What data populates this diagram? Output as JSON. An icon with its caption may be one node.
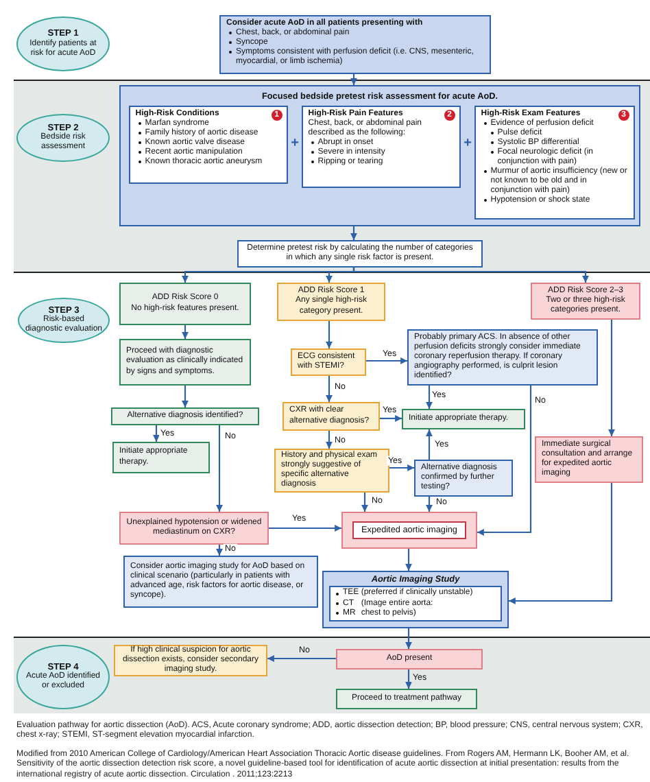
{
  "diagram": {
    "caption": "Evaluation pathway for aortic dissection (AoD). ACS, Acute coronary syndrome; ADD, aortic dissection detection; BP, blood pressure; CNS, central nervous system; CXR, chest x-ray; STEMI, ST-segment elevation myocardial infarction.",
    "nodes": [
      {
        "text": [
          "STEP 1",
          "Identify patients at risk for acute AoD"
        ]
      },
      {
        "text": [
          "Consider acute AoD in all patients presenting with",
          "Chest, back, or abdominal pain",
          "Syncope",
          "Symptoms consistent with perfusion deficit (i.e. CNS, mesenteric, myocardial, or limb ischemia)"
        ]
      },
      {
        "text": [
          "STEP 2",
          "Bedside risk assessment"
        ]
      },
      {
        "text": [
          "Focused bedside pretest risk assessment for acute AoD."
        ]
      },
      {
        "text": [
          "High-Risk Conditions",
          "1",
          "Marfan syndrome",
          "Family history of aortic disease",
          "Known aortic valve disease",
          "Recent aortic manipulation",
          "Known thoracic aortic aneurysm"
        ],
        "in": 3
      },
      {
        "text": [
          "High-Risk Pain Features",
          "2",
          "Chest, back, or abdominal pain described as the following:",
          "Abrupt in onset",
          "Severe in intensity",
          "Ripping or tearing"
        ],
        "in": 3
      },
      {
        "text": [
          "High-Risk Exam Features",
          "3",
          "Evidence of perfusion deficit",
          "Pulse deficit",
          "Systolic BP differential",
          "Focal neurologic deficit (in conjunction with pain)",
          "Murmur of aortic insufficiency (new or not known to be old and in conjunction with pain)",
          "Hypotension or shock state"
        ],
        "in": 3
      },
      {
        "text": [
          "Determine pretest risk by calculating the number of categories in which any single risk factor is present."
        ]
      },
      {
        "text": [
          "STEP 3",
          "Risk-based diagnostic evaluation"
        ]
      },
      {
        "text": [
          "ADD Risk Score 0",
          "No high-risk features present."
        ]
      },
      {
        "text": [
          "ADD Risk Score 1",
          "Any single high-risk category present."
        ]
      },
      {
        "text": [
          "ADD Risk Score 2–3",
          "Two or three high-risk categories present."
        ]
      },
      {
        "text": [
          "Proceed with diagnostic evaluation as clinically indicated by signs and symptoms."
        ]
      },
      {
        "text": [
          "ECG consistent with STEMI?"
        ]
      },
      {
        "text": [
          "Probably primary ACS. In absence of other perfusion deficits strongly consider immediate coronary reperfusion therapy. If coronary angiography performed, is culprit lesion identified?"
        ]
      },
      {
        "text": [
          "Alternative diagnosis identified?"
        ]
      },
      {
        "text": [
          "CXR with clear alternative diagnosis?"
        ]
      },
      {
        "text": [
          "Initiate appropriate therapy."
        ]
      },
      {
        "text": [
          "Initiate appropriate therapy."
        ]
      },
      {
        "text": [
          "History and physical exam strongly suggestive of specific alternative diagnosis"
        ]
      },
      {
        "text": [
          "Alternative diagnosis confirmed by further testing?"
        ]
      },
      {
        "text": [
          "Immediate surgical consultation and arrange for expedited aortic imaging"
        ]
      },
      {
        "text": [
          "Unexplained hypotension or widened mediastinum on CXR?"
        ]
      },
      {
        "text": [
          "Expedited aortic imaging"
        ]
      },
      {
        "text": [
          "Consider aortic imaging study for AoD based on clinical scenario (particularly in patients with advanced age, risk factors for aortic disease, or syncope)."
        ]
      },
      {
        "text": [
          "Aortic Imaging Study",
          "TEE (preferred if clinically unstable)",
          "CT",
          "MR",
          "(Image entire aorta: chest to pelvis)"
        ]
      },
      {
        "text": [
          "STEP 4",
          "Acute AoD identified or excluded"
        ]
      },
      {
        "text": [
          "If high clinical suspicion for aortic dissection exists, consider secondary imaging study."
        ]
      },
      {
        "text": [
          "AoD present"
        ]
      },
      {
        "text": [
          "Proceed to treatment pathway"
        ]
      }
    ],
    "edges": [
      {
        "from": 1,
        "to": 3,
        "arrow": "to"
      },
      {
        "from": 3,
        "to": 7,
        "arrow": "to"
      },
      {
        "from": 7,
        "to": 9,
        "arrow": "to"
      },
      {
        "from": 7,
        "to": 10,
        "arrow": "to"
      },
      {
        "from": 7,
        "to": 11,
        "arrow": "to"
      },
      {
        "from": 9,
        "to": 12,
        "arrow": "to"
      },
      {
        "from": 12,
        "to": 15,
        "arrow": "to"
      },
      {
        "from": 15,
        "to": 18,
        "arrow": "to",
        "label": "Yes"
      },
      {
        "from": 15,
        "to": 22,
        "arrow": "to",
        "label": "No"
      },
      {
        "from": 22,
        "to": 23,
        "arrow": "to",
        "label": "Yes"
      },
      {
        "from": 22,
        "to": 24,
        "arrow": "to",
        "label": "No"
      },
      {
        "from": 10,
        "to": 13,
        "arrow": "to"
      },
      {
        "from": 13,
        "to": 14,
        "arrow": "to",
        "label": "Yes"
      },
      {
        "from": 13,
        "to": 16,
        "arrow": "to",
        "label": "No"
      },
      {
        "from": 16,
        "to": 17,
        "arrow": "to",
        "label": "Yes"
      },
      {
        "from": 16,
        "to": 19,
        "arrow": "to",
        "label": "No"
      },
      {
        "from": 19,
        "to": 20,
        "arrow": "to",
        "label": "Yes"
      },
      {
        "from": 19,
        "to": 23,
        "arrow": "to",
        "label": "No"
      },
      {
        "from": 20,
        "to": 17,
        "arrow": "to",
        "label": "Yes"
      },
      {
        "from": 20,
        "to": 23,
        "arrow": "to",
        "label": "No"
      },
      {
        "from": 14,
        "to": 17,
        "arrow": "to",
        "label": "Yes"
      },
      {
        "from": 14,
        "to": 23,
        "arrow": "to",
        "label": "No"
      },
      {
        "from": 11,
        "to": 21,
        "arrow": "to"
      },
      {
        "from": 21,
        "to": 25,
        "arrow": "to"
      },
      {
        "from": 23,
        "to": 25,
        "arrow": "to"
      },
      {
        "from": 25,
        "to": 28,
        "arrow": "to"
      },
      {
        "from": 28,
        "to": 27,
        "arrow": "to",
        "label": "No"
      },
      {
        "from": 28,
        "to": 29,
        "arrow": "to",
        "label": "Yes"
      }
    ],
    "labels": [
      "+",
      "+",
      "Modified from 2010 American College of Cardiology/American Heart Association Thoracic Aortic disease guidelines. From Rogers AM, Hermann LK, Booher AM, et al. Sensitivity of the aortic dissection detection risk score, a novel guideline-based tool for identification of acute aortic dissection at initial presentation: results from the international registry of acute aortic dissection. Circulation . 2011;123:2213"
    ]
  }
}
